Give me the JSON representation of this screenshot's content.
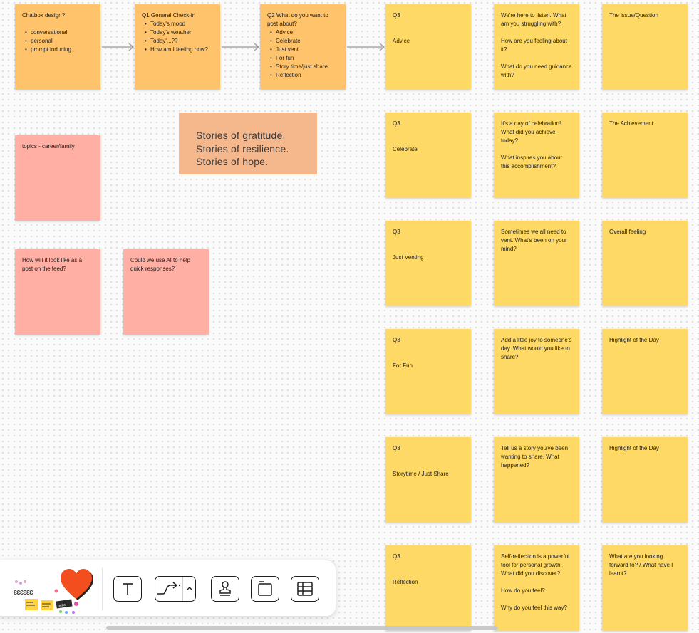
{
  "flow_notes": [
    {
      "title": "Chatbox design?",
      "items": [
        "conversational",
        "personal",
        "prompt inducing"
      ]
    },
    {
      "title": "Q1 General Check-in",
      "items": [
        "Today's mood",
        "Today's weather",
        "Today'...??",
        "How am I feeling now?"
      ]
    },
    {
      "title": "Q2 What do you want to post about?",
      "items": [
        "Advice",
        "Celebrate",
        "Just vent",
        "For fun",
        "Story time/just share",
        "Reflection"
      ]
    }
  ],
  "side_notes": {
    "topics": "topics - career/family",
    "feed_question": "How will it look like as a post on the feed?",
    "ai_question": "Could we use AI to help quick responses?"
  },
  "stories_text": {
    "line1": "Stories of gratitude.",
    "line2": "Stories of resilience.",
    "line3": "Stories of hope."
  },
  "q3_rows": [
    {
      "label": "Q3",
      "category": "Advice",
      "prompts": [
        "We're here to listen. What am you struggling with?",
        "How are you feeling about it?",
        "What do you need guidance with?"
      ],
      "focus": "The issue/Question"
    },
    {
      "label": "Q3",
      "category": "Celebrate",
      "prompts": [
        "It's a day of celebration! What did you achieve today?",
        "What inspires you about this accomplishment?"
      ],
      "focus": "The Achievement"
    },
    {
      "label": "Q3",
      "category": "Just Venting",
      "prompts": [
        "Sometimes we all need to vent. What's been on your mind?"
      ],
      "focus": "Overall feeling"
    },
    {
      "label": "Q3",
      "category": "For Fun",
      "prompts": [
        "Add a little joy to someone's day. What would you like to share?"
      ],
      "focus": "Highlight of the Day"
    },
    {
      "label": "Q3",
      "category": "Storytime / Just Share",
      "prompts": [
        "Tell us a story you've been wanting to share. What happened?"
      ],
      "focus": "Highlight of the Day"
    },
    {
      "label": "Q3",
      "category": "Reflection",
      "prompts": [
        "Self-reflection is a powerful tool for personal growth. What did you discover?",
        "How do you feel?",
        "Why do you feel this way?"
      ],
      "focus": "What are you looking forward to? / What have I learnt?"
    }
  ],
  "toolbar": {
    "tools": [
      "text-tool",
      "connector-tool",
      "more-connectors",
      "stamp-tool",
      "section-tool",
      "table-tool"
    ]
  },
  "colors": {
    "orange_sticky": "#ffc46b",
    "yellow_sticky": "#ffd966",
    "pink_sticky": "#ffafa3",
    "text_box": "#f5b78c"
  }
}
